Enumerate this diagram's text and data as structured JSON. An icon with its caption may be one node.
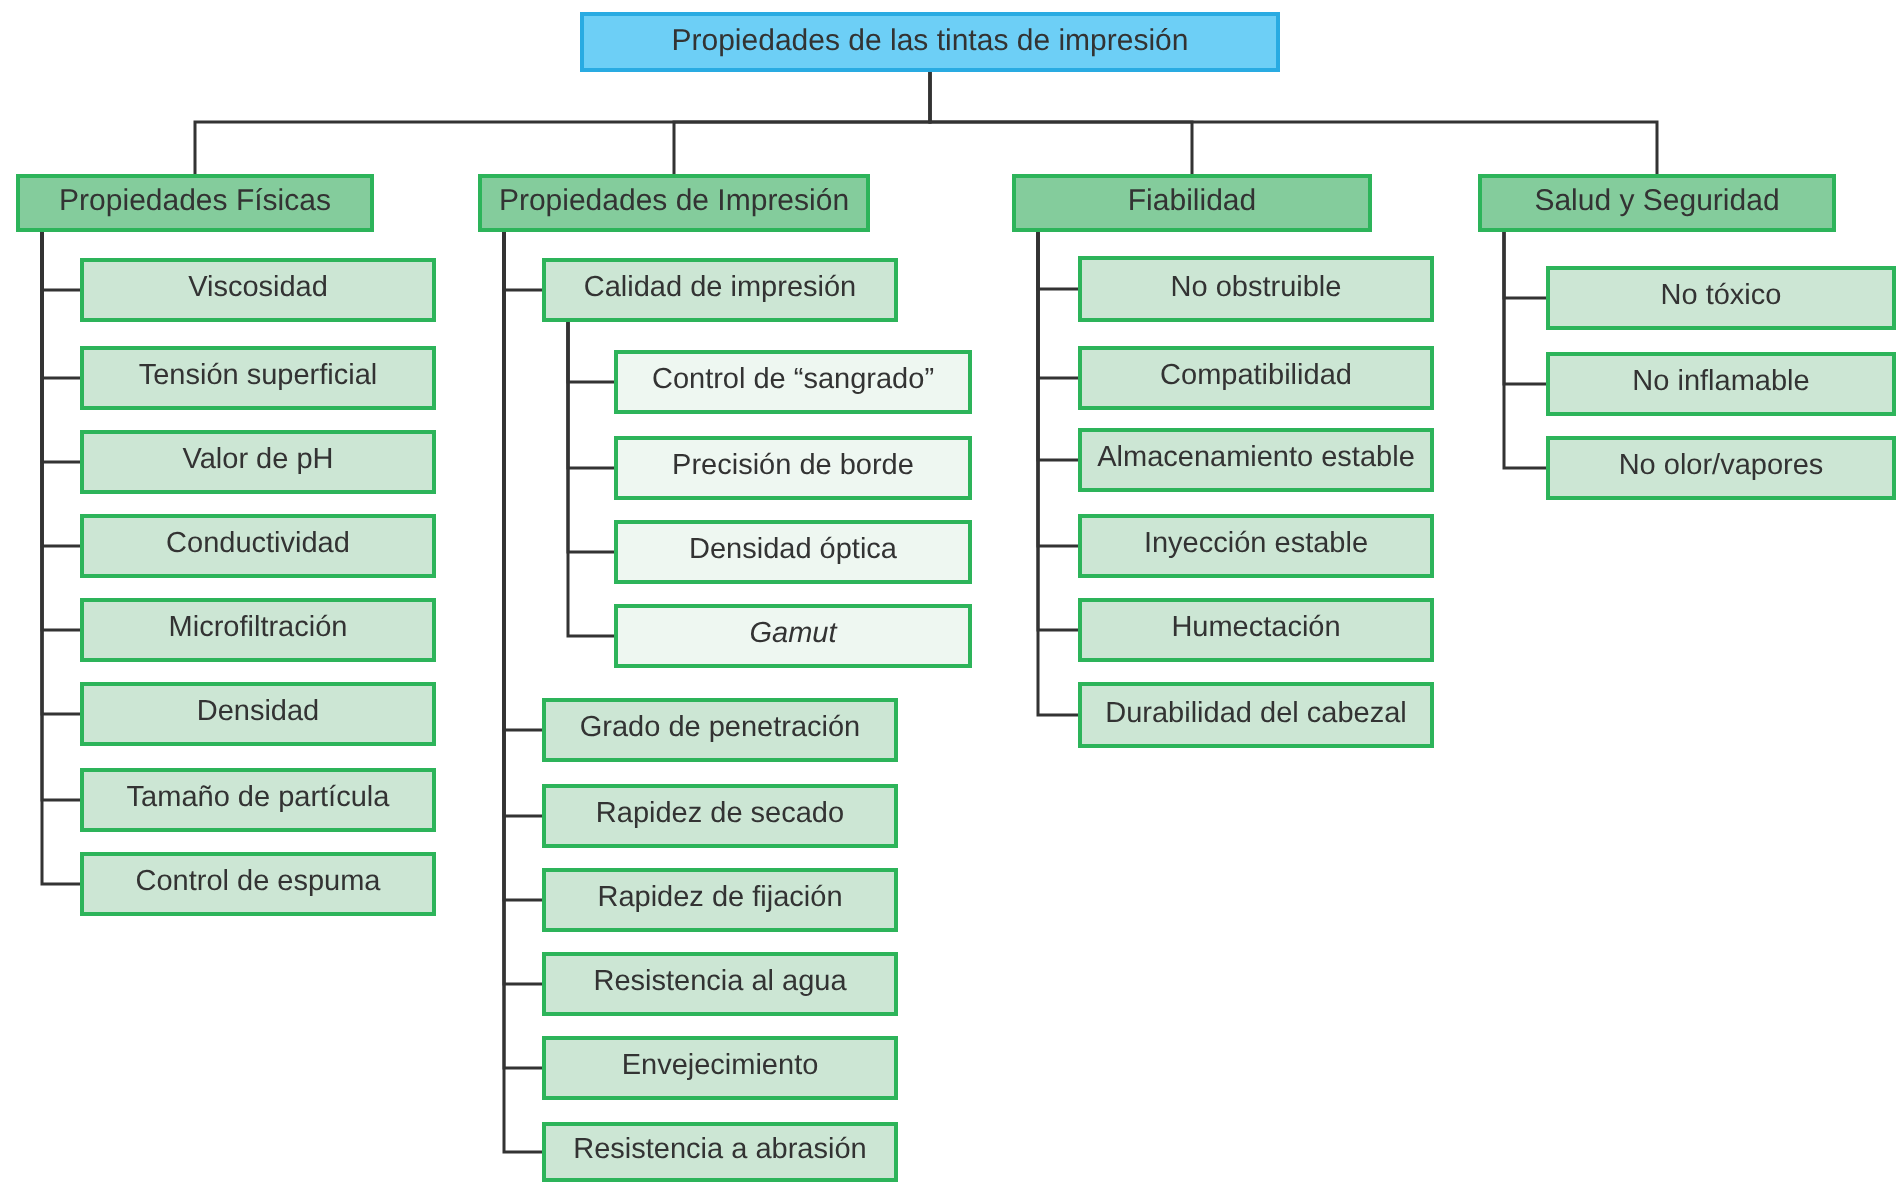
{
  "diagram": {
    "nodes": [
      {
        "text": [
          "Propiedades de las tintas de impresión"
        ]
      },
      {
        "text": [
          "Propiedades Físicas"
        ]
      },
      {
        "text": [
          "Propiedades de Impresión"
        ]
      },
      {
        "text": [
          "Fiabilidad"
        ]
      },
      {
        "text": [
          "Salud y Seguridad"
        ]
      },
      {
        "text": [
          "Viscosidad"
        ]
      },
      {
        "text": [
          "Tensión superficial"
        ]
      },
      {
        "text": [
          "Valor de pH"
        ]
      },
      {
        "text": [
          "Conductividad"
        ]
      },
      {
        "text": [
          "Microfiltración"
        ]
      },
      {
        "text": [
          "Densidad"
        ]
      },
      {
        "text": [
          "Tamaño de partícula"
        ]
      },
      {
        "text": [
          "Control de espuma"
        ]
      },
      {
        "text": [
          "Calidad de impresión"
        ]
      },
      {
        "text": [
          "Control de “sangrado”"
        ]
      },
      {
        "text": [
          "Precisión de borde"
        ]
      },
      {
        "text": [
          "Densidad óptica"
        ]
      },
      {
        "text": [
          "Gamut"
        ]
      },
      {
        "text": [
          "Grado de penetración"
        ]
      },
      {
        "text": [
          "Rapidez de secado"
        ]
      },
      {
        "text": [
          "Rapidez de fijación"
        ]
      },
      {
        "text": [
          "Resistencia al agua"
        ]
      },
      {
        "text": [
          "Envejecimiento"
        ]
      },
      {
        "text": [
          "Resistencia a abrasión"
        ]
      },
      {
        "text": [
          "No obstruible"
        ]
      },
      {
        "text": [
          "Compatibilidad"
        ]
      },
      {
        "text": [
          "Almacenamiento estable"
        ]
      },
      {
        "text": [
          "Inyección estable"
        ]
      },
      {
        "text": [
          "Humectación"
        ]
      },
      {
        "text": [
          "Durabilidad del cabezal"
        ]
      },
      {
        "text": [
          "No tóxico"
        ]
      },
      {
        "text": [
          "No inflamable"
        ]
      },
      {
        "text": [
          "No olor/vapores"
        ]
      }
    ],
    "edges": [
      {
        "from": 0,
        "to": 1,
        "arrow": "none"
      },
      {
        "from": 0,
        "to": 2,
        "arrow": "none"
      },
      {
        "from": 0,
        "to": 3,
        "arrow": "none"
      },
      {
        "from": 0,
        "to": 4,
        "arrow": "none"
      },
      {
        "from": 1,
        "to": 5,
        "arrow": "none"
      },
      {
        "from": 1,
        "to": 6,
        "arrow": "none"
      },
      {
        "from": 1,
        "to": 7,
        "arrow": "none"
      },
      {
        "from": 1,
        "to": 8,
        "arrow": "none"
      },
      {
        "from": 1,
        "to": 9,
        "arrow": "none"
      },
      {
        "from": 1,
        "to": 10,
        "arrow": "none"
      },
      {
        "from": 1,
        "to": 11,
        "arrow": "none"
      },
      {
        "from": 1,
        "to": 12,
        "arrow": "none"
      },
      {
        "from": 2,
        "to": 13,
        "arrow": "none"
      },
      {
        "from": 13,
        "to": 14,
        "arrow": "none"
      },
      {
        "from": 13,
        "to": 15,
        "arrow": "none"
      },
      {
        "from": 13,
        "to": 16,
        "arrow": "none"
      },
      {
        "from": 13,
        "to": 17,
        "arrow": "none"
      },
      {
        "from": 2,
        "to": 18,
        "arrow": "none"
      },
      {
        "from": 2,
        "to": 19,
        "arrow": "none"
      },
      {
        "from": 2,
        "to": 20,
        "arrow": "none"
      },
      {
        "from": 2,
        "to": 21,
        "arrow": "none"
      },
      {
        "from": 2,
        "to": 22,
        "arrow": "none"
      },
      {
        "from": 2,
        "to": 23,
        "arrow": "none"
      },
      {
        "from": 3,
        "to": 24,
        "arrow": "none"
      },
      {
        "from": 3,
        "to": 25,
        "arrow": "none"
      },
      {
        "from": 3,
        "to": 26,
        "arrow": "none"
      },
      {
        "from": 3,
        "to": 27,
        "arrow": "none"
      },
      {
        "from": 3,
        "to": 28,
        "arrow": "none"
      },
      {
        "from": 3,
        "to": 29,
        "arrow": "none"
      },
      {
        "from": 4,
        "to": 30,
        "arrow": "none"
      },
      {
        "from": 4,
        "to": 31,
        "arrow": "none"
      },
      {
        "from": 4,
        "to": 32,
        "arrow": "none"
      }
    ]
  }
}
